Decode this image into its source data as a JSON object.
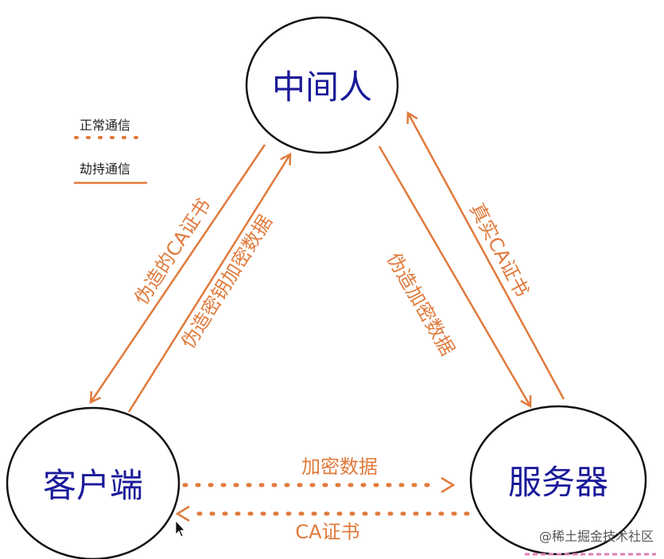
{
  "nodes": {
    "mitm": "中间人",
    "client": "客户端",
    "server": "服务器"
  },
  "legend": {
    "normal": "正常通信",
    "hijack": "劫持通信"
  },
  "edges": {
    "fake_ca_cert": "伪造的CA证书",
    "fake_key_encrypted": "伪造密钥加密数据",
    "fake_encrypted_data": "伪造加密数据",
    "real_ca_cert": "真实CA证书",
    "encrypted_data": "加密数据",
    "ca_cert": "CA证书"
  },
  "watermark": "@稀土掘金技术社区",
  "colors": {
    "arrow": "#e07a3c",
    "node_text": "#1a1a9a",
    "outline": "#111111"
  }
}
